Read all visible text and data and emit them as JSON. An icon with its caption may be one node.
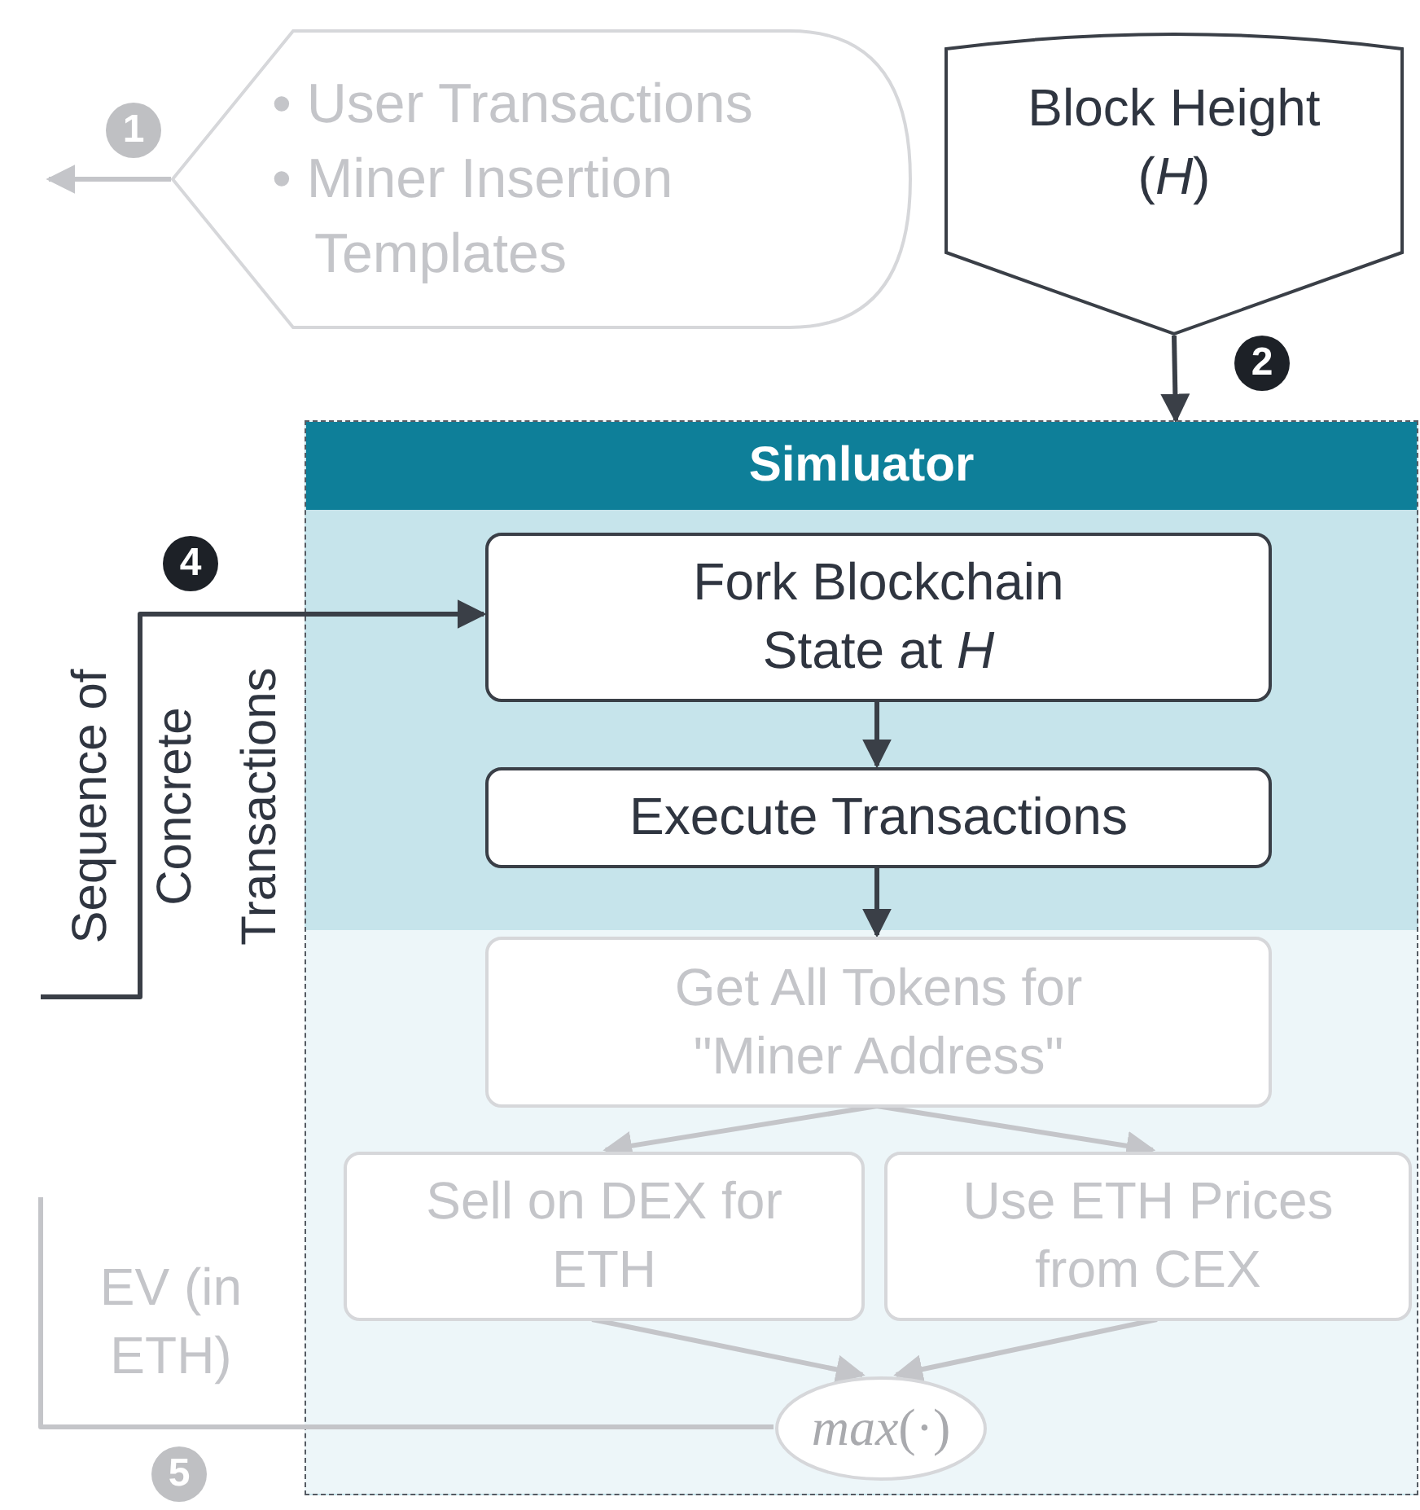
{
  "diagram": {
    "nodes": [
      {
        "text": [
          "• User Transactions",
          "• Miner Insertion Templates"
        ]
      },
      {
        "text": [
          "Block Height (*H*)"
        ]
      },
      {
        "text": [
          "Simluator"
        ]
      },
      {
        "text": [
          "Fork Blockchain State at *H*"
        ],
        "in": 2
      },
      {
        "text": [
          "Execute Transactions"
        ],
        "in": 2
      },
      {
        "text": [
          "Get All Tokens for \"Miner Address\""
        ],
        "in": 2
      },
      {
        "text": [
          "Sell on DEX for ETH"
        ],
        "in": 2
      },
      {
        "text": [
          "Use ETH Prices from CEX"
        ],
        "in": 2
      },
      {
        "text": [
          "*max*(·)"
        ],
        "in": 2
      }
    ],
    "edges": [
      {
        "from": 0,
        "to": null,
        "arrow": "to"
      },
      {
        "from": 1,
        "to": 2,
        "arrow": "to",
        "color": "#3a3f47"
      },
      {
        "from": null,
        "to": 3,
        "arrow": "to",
        "label": "Sequence of Concrete Transactions",
        "color": "#3a3f47"
      },
      {
        "from": 3,
        "to": 4,
        "arrow": "to",
        "color": "#3a3f47"
      },
      {
        "from": 4,
        "to": 5,
        "arrow": "to",
        "color": "#3a3f47"
      },
      {
        "from": 5,
        "to": 6,
        "arrow": "to"
      },
      {
        "from": 5,
        "to": 7,
        "arrow": "to"
      },
      {
        "from": 6,
        "to": 8,
        "arrow": "to"
      },
      {
        "from": 7,
        "to": 8,
        "arrow": "to"
      },
      {
        "from": 8,
        "to": null,
        "arrow": "none"
      }
    ],
    "labels": [
      "1",
      "2",
      "4",
      "EV (in ETH)",
      "5"
    ]
  }
}
